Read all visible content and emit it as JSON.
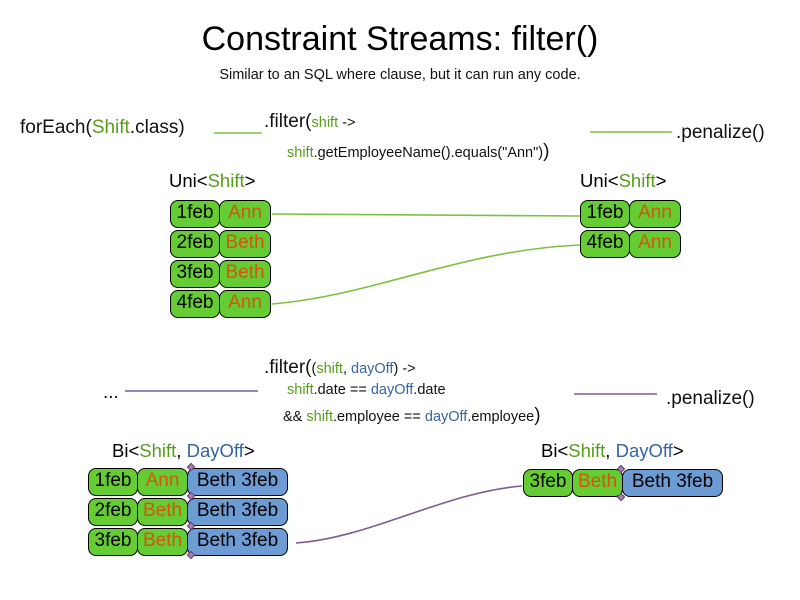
{
  "colors": {
    "green_text": "#579d1c",
    "green_fill": "#66cc33",
    "orange_text": "#d4550d",
    "blue_text": "#3465a4",
    "blue_fill": "#6d9bd4",
    "connector_green": "#7ec13e",
    "connector_purple": "#7d5a90",
    "diamond": "#a87fb5"
  },
  "header": {
    "title": "Constraint Streams: filter()",
    "subtitle": "Similar to an SQL where clause, but it can run any code."
  },
  "uni_flow": {
    "foreach_pre": "forEach(",
    "foreach_class": "Shift",
    "foreach_post": ".class)",
    "filter_method": ".filter(",
    "filter_param": "shift",
    "filter_arrow": " ->",
    "body_param": "shift",
    "body_rest": ".getEmployeeName().equals(\"Ann\")",
    "body_close": ")",
    "penalize": ".penalize()"
  },
  "uni_left": {
    "label_pre": "Uni<",
    "label_type": "Shift",
    "label_post": ">",
    "rows": [
      {
        "date": "1feb",
        "employee": "Ann"
      },
      {
        "date": "2feb",
        "employee": "Beth"
      },
      {
        "date": "3feb",
        "employee": "Beth"
      },
      {
        "date": "4feb",
        "employee": "Ann"
      }
    ]
  },
  "uni_right": {
    "label_pre": "Uni<",
    "label_type": "Shift",
    "label_post": ">",
    "rows": [
      {
        "date": "1feb",
        "employee": "Ann"
      },
      {
        "date": "4feb",
        "employee": "Ann"
      }
    ]
  },
  "bi_flow": {
    "ellipsis": "...",
    "filter_method": ".filter(",
    "params_open": "(",
    "param_shift": "shift",
    "params_comma": ", ",
    "param_dayoff": "dayOff",
    "params_close": ")",
    "arrow": " ->",
    "cond1_shift": "shift",
    "cond1_mid": ".date == ",
    "cond1_dayoff": "dayOff",
    "cond1_end": ".date",
    "cond2_and": "&& ",
    "cond2_shift": "shift",
    "cond2_mid": ".employee == ",
    "cond2_dayoff": "dayOff",
    "cond2_end": ".employee",
    "close": ")",
    "penalize": ".penalize()"
  },
  "bi_left": {
    "label_pre": "Bi<",
    "label_shift": "Shift",
    "label_comma": ", ",
    "label_dayoff": "DayOff",
    "label_post": ">",
    "rows": [
      {
        "date": "1feb",
        "employee": "Ann",
        "dayoff": "Beth 3feb"
      },
      {
        "date": "2feb",
        "employee": "Beth",
        "dayoff": "Beth 3feb"
      },
      {
        "date": "3feb",
        "employee": "Beth",
        "dayoff": "Beth 3feb"
      }
    ]
  },
  "bi_right": {
    "label_pre": "Bi<",
    "label_shift": "Shift",
    "label_comma": ", ",
    "label_dayoff": "DayOff",
    "label_post": ">",
    "rows": [
      {
        "date": "3feb",
        "employee": "Beth",
        "dayoff": "Beth 3feb"
      }
    ]
  }
}
